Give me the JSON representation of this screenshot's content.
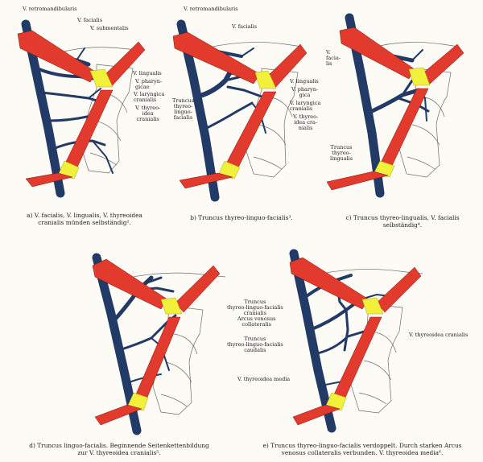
{
  "labels": {
    "a": {
      "v_retromandibularis": "V. retromandibularis",
      "v_facialis": "V. facialis",
      "v_submentalis": "V. submentalis",
      "v_lingualis": "V. lingualis",
      "v_pharyngicae": "V. pharyn-\ngicae",
      "v_laryngica_cranialis": "V. laryngica\ncranialis",
      "v_thyreoidea_cranialis": "V. thyreo-\nidea\ncranialis"
    },
    "b": {
      "v_retromandibularis": "V. retromandibularis",
      "v_facialis": "V. facialis",
      "truncus": "Truncus\nthyreo-\nlinguo-\nfacialis",
      "v_lingualis": "V. lingualis",
      "v_pharyngica": "V. pharyn-\ngica",
      "v_laryngica_cranialis": "V. laryngica\ncranialis",
      "v_thyreoidea_cranialis": "V. thyreo-\nidea cra-\nnialis"
    },
    "c": {
      "v_facialis": "V.\nfacia-\nlis",
      "truncus": "Truncus\nthyreo-\nlingualis"
    },
    "e": {
      "truncus_cranialis": "Truncus\nthyreo-linguo-facialis\ncranialis",
      "arcus": "Arcus venosus\ncollateralis",
      "truncus_caudalis": "Truncus\nthyreo-linguo-facialis\ncaudalis",
      "v_thyreoidea_media": "V. thyreoidea media",
      "v_thyreoidea_cranialis": "V. thyreoidea cranialis"
    }
  },
  "captions": {
    "a": "a) V. facialis, V. lingualis, V. thyreoidea\ncranialis münden selbständig².",
    "b": "b) Truncus thyreo-linguo-facialis³.",
    "c": "c) Truncus thyreo-lingualis, V. facialis\nselbständig⁴.",
    "d": "d) Truncus linguo-facialis. Beginnende Seitenkettenbildung\nzur V. thyreoidea cranialis⁵.",
    "e": "e) Truncus thyreo-linguo-facialis verdoppelt. Durch starken Arcus\nvenosus collateralis verbunden. V. thyreoidea media⁶."
  },
  "colors": {
    "vein": "#213a66",
    "muscle": "#e23a2c",
    "tendon": "#f1f03a",
    "outline": "#6b6b6b",
    "paper": "#fdfbf6"
  }
}
